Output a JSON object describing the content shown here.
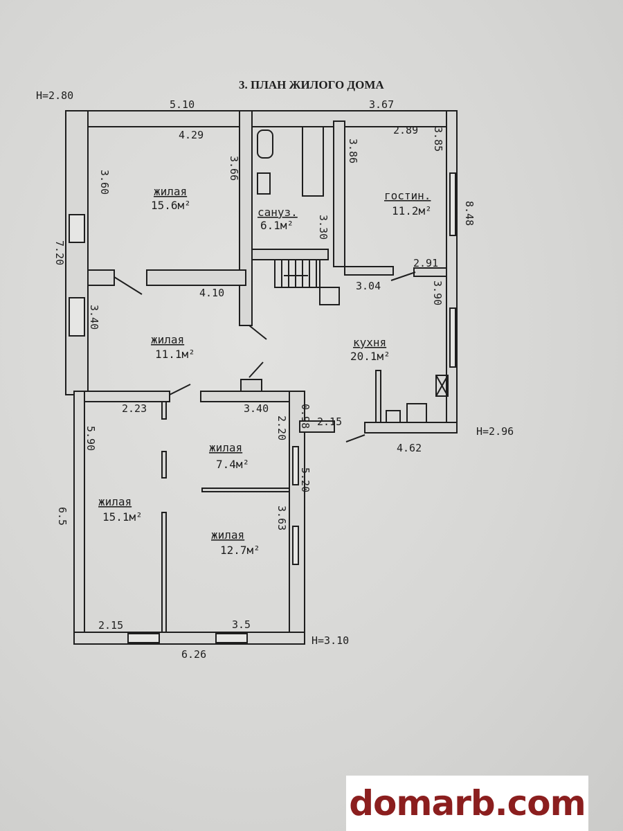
{
  "title": "3. ПЛАН ЖИЛОГО ДОМА",
  "heights": {
    "top_left": "H=2.80",
    "right": "H=2.96",
    "bottom": "H=3.10"
  },
  "rooms": [
    {
      "name": "жилая",
      "area": "15.6м²"
    },
    {
      "name": "сануз.",
      "area": "6.1м²"
    },
    {
      "name": "гостин.",
      "area": "11.2м²"
    },
    {
      "name": "жилая",
      "area": "11.1м²"
    },
    {
      "name": "кухня",
      "area": "20.1м²"
    },
    {
      "name": "жилая",
      "area": "7.4м²"
    },
    {
      "name": "жилая",
      "area": "15.1м²"
    },
    {
      "name": "жилая",
      "area": "12.7м²"
    }
  ],
  "dimensions": {
    "top_left": "5.10",
    "top_right": "3.67",
    "room1_top": "4.29",
    "room1_left": "3.60",
    "room1_right": "3.66",
    "living_top": "2.89",
    "living_left": "3.86",
    "living_right": "3.85",
    "right_outer": "8.48",
    "bath_h": "3.30",
    "left_outer": "7.20",
    "hall_bottom": "4.10",
    "hall_left": "3.40",
    "kitchen_top": "2.91",
    "kitchen_w": "3.04",
    "kitchen_right": "3.90",
    "low_top_left": "2.23",
    "low_top_right": "3.40",
    "low_left": "5.90",
    "r74_right": "2.20",
    "porch_h": "0.98",
    "porch_w": "2.15",
    "kitchen_bottom": "4.62",
    "low_right_outer": "5.20",
    "r127_right": "3.63",
    "low_outer_left": "6.5",
    "bottom_left": "2.15",
    "bottom_right": "3.5",
    "bottom_outer": "6.26"
  },
  "watermark": "domarb.com"
}
